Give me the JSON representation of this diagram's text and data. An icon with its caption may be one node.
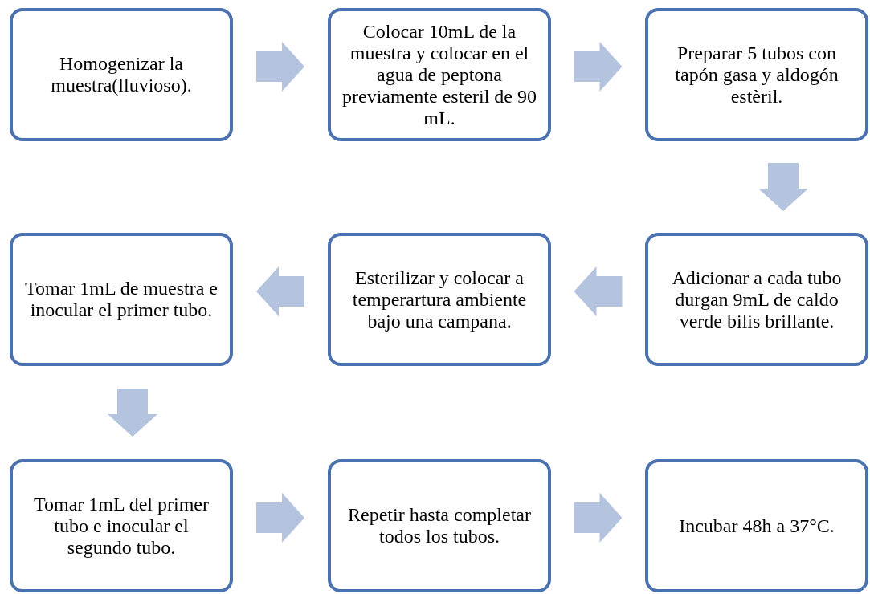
{
  "diagram": {
    "nodes": [
      {
        "text": [
          "Homogenizar la muestra(lluvioso)."
        ]
      },
      {
        "text": [
          "Colocar 10mL de la muestra y colocar en el agua de peptona previamente esteril de 90 mL."
        ]
      },
      {
        "text": [
          "Preparar 5 tubos con tapón gasa y aldogón estèril."
        ]
      },
      {
        "text": [
          "Tomar 1mL de muestra e inocular el primer tubo."
        ]
      },
      {
        "text": [
          "Esterilizar y colocar a temperartura ambiente bajo una campana."
        ]
      },
      {
        "text": [
          "Adicionar a cada tubo durgan 9mL de caldo verde bilis brillante."
        ]
      },
      {
        "text": [
          "Tomar 1mL del primer tubo e inocular el segundo tubo."
        ]
      },
      {
        "text": [
          "Repetir hasta completar todos los tubos."
        ]
      },
      {
        "text": [
          "Incubar 48h a 37°C."
        ]
      }
    ],
    "edges": [
      {
        "from": 0,
        "to": 1,
        "arrow": "to"
      },
      {
        "from": 1,
        "to": 2,
        "arrow": "to"
      },
      {
        "from": 2,
        "to": 5,
        "arrow": "to"
      },
      {
        "from": 5,
        "to": 4,
        "arrow": "to"
      },
      {
        "from": 4,
        "to": 3,
        "arrow": "to"
      },
      {
        "from": 3,
        "to": 6,
        "arrow": "to"
      },
      {
        "from": 6,
        "to": 7,
        "arrow": "to"
      },
      {
        "from": 7,
        "to": 8,
        "arrow": "to"
      }
    ]
  }
}
